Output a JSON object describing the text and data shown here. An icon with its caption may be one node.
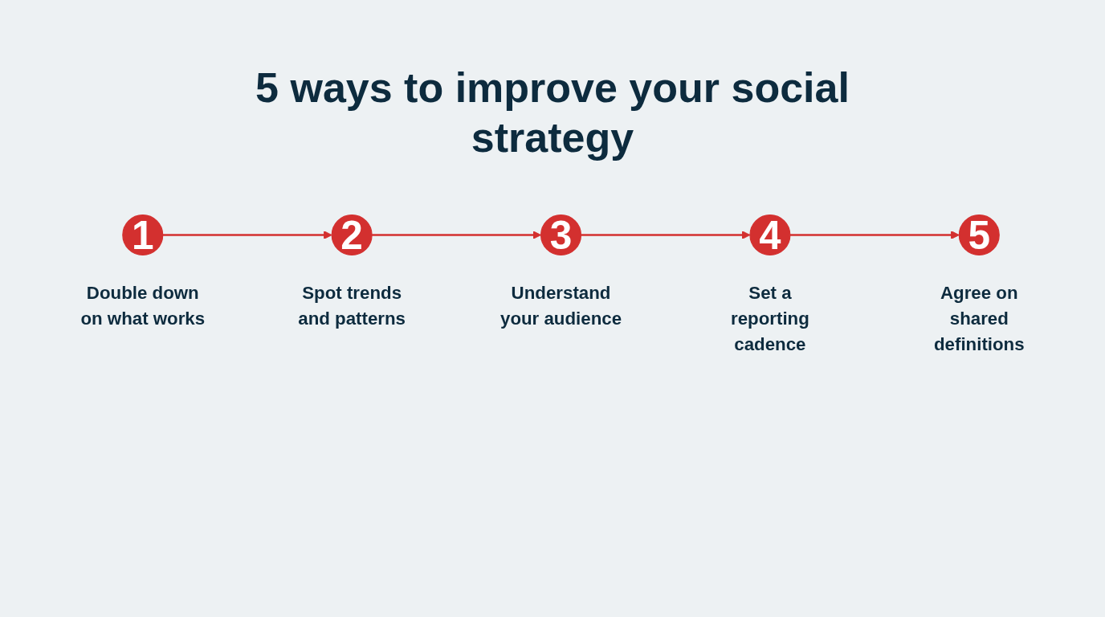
{
  "diagram": {
    "title": "5 ways to improve your social strategy",
    "nodes": [
      {
        "text": [
          "1"
        ],
        "beside": [
          "Double down on what works"
        ]
      },
      {
        "text": [
          "2"
        ],
        "beside": [
          "Spot trends and patterns"
        ]
      },
      {
        "text": [
          "3"
        ],
        "beside": [
          "Understand your audience"
        ]
      },
      {
        "text": [
          "4"
        ],
        "beside": [
          "Set a reporting cadence"
        ]
      },
      {
        "text": [
          "5"
        ],
        "beside": [
          "Agree on shared definitions"
        ]
      }
    ],
    "edges": [
      {
        "from": 0,
        "to": 1,
        "arrow": "to"
      },
      {
        "from": 1,
        "to": 2,
        "arrow": "to"
      },
      {
        "from": 2,
        "to": 3,
        "arrow": "to"
      },
      {
        "from": 3,
        "to": 4,
        "arrow": "to"
      }
    ]
  }
}
